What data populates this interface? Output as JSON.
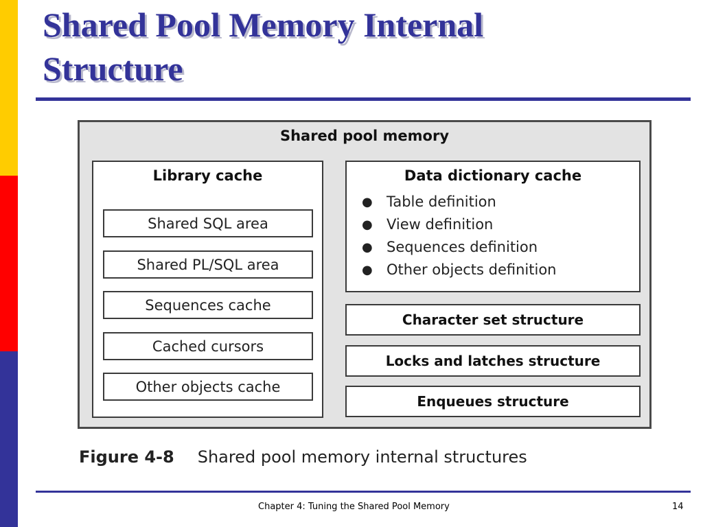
{
  "slide": {
    "title_line1": "Shared Pool Memory Internal",
    "title_line2": "Structure",
    "footer_text": "Chapter 4: Tuning the Shared Pool Memory",
    "page_number": "14"
  },
  "figure": {
    "heading": "Shared pool memory",
    "library_cache": {
      "heading": "Library cache",
      "items": [
        "Shared SQL area",
        "Shared PL/SQL area",
        "Sequences cache",
        "Cached cursors",
        "Other objects cache"
      ]
    },
    "data_dictionary_cache": {
      "heading": "Data dictionary cache",
      "items": [
        "Table definition",
        "View definition",
        "Sequences definition",
        "Other objects definition"
      ]
    },
    "structures": [
      "Character set structure",
      "Locks and latches structure",
      "Enqueues structure"
    ],
    "caption_number": "Figure 4-8",
    "caption_text": "Shared pool memory internal structures"
  },
  "colors": {
    "accent_blue": "#333399",
    "stripe_yellow": "#ffcc00",
    "stripe_red": "#ff0000",
    "figure_background": "#e3e3e3"
  }
}
